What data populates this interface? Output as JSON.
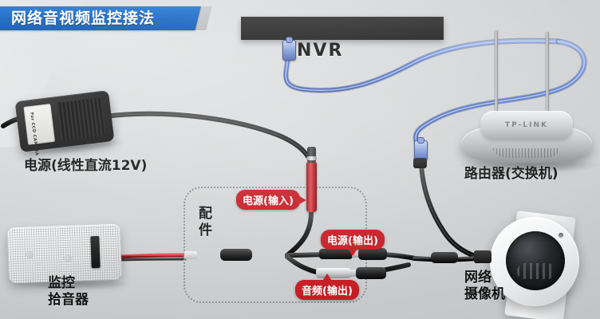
{
  "banner": {
    "title": "网络音视频监控接法"
  },
  "devices": {
    "nvr": {
      "label": "NVR",
      "name": "nvr-recorder"
    },
    "power_adapter": {
      "label": "电源(线性直流12V)",
      "body_text": "For CCD CAMERA"
    },
    "router": {
      "label": "路由器(交换机)",
      "brand": "TP-LINK"
    },
    "microphone": {
      "label_line1": "监控",
      "label_line2": "拾音器"
    },
    "camera": {
      "label_line1": "网络",
      "label_line2": "摄像机"
    }
  },
  "accessory_group": {
    "label": "配件",
    "callouts": [
      {
        "id": "power-input",
        "text": "电源(输入)",
        "pointer": "right"
      },
      {
        "id": "power-output",
        "text": "电源(输出)",
        "pointer": "down"
      },
      {
        "id": "audio-output",
        "text": "音频(输出)",
        "pointer": "up"
      }
    ]
  },
  "colors": {
    "banner_blue": "#1f6cc4",
    "callout_red": "#c5181f",
    "ethernet_blue": "#5b7fd4",
    "background_gray": "#d3d5d6",
    "device_dark": "#2d2d2d"
  }
}
